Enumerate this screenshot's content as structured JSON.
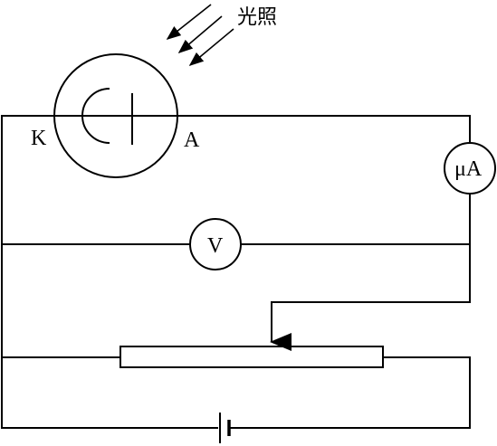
{
  "labels": {
    "light": "光照",
    "cathode": "K",
    "anode": "A",
    "microammeter": "μA",
    "voltmeter": "V"
  },
  "components": [
    {
      "id": "phototube",
      "icon": "phototube-icon",
      "terminals": [
        "K",
        "A"
      ]
    },
    {
      "id": "microammeter",
      "icon": "meter-circle-icon",
      "symbol": "μA"
    },
    {
      "id": "voltmeter",
      "icon": "meter-circle-icon",
      "symbol": "V"
    },
    {
      "id": "rheostat",
      "icon": "slide-rheostat-icon",
      "has_slider": true
    },
    {
      "id": "battery",
      "icon": "battery-icon"
    }
  ],
  "light_arrows": {
    "count": 3,
    "icon": "arrow-icon"
  }
}
